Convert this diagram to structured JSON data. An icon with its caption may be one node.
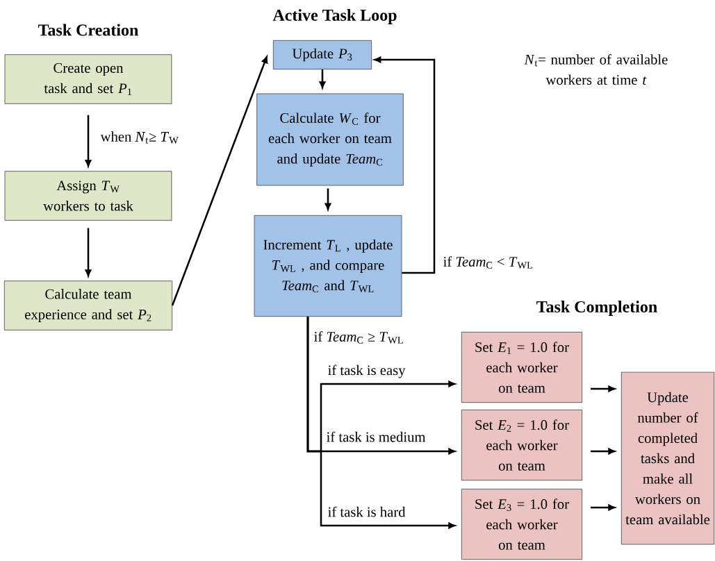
{
  "diagram": {
    "nodes": [
      {
        "text": [
          "Create open task and set *P*$_{1}$"
        ]
      },
      {
        "text": [
          "Assign *T*$_{W}$ workers to task"
        ]
      },
      {
        "text": [
          "Calculate team experience and set *P*$_{2}$"
        ]
      },
      {
        "text": [
          "Update *P*$_{3}$"
        ]
      },
      {
        "text": [
          "Calculate *W*$_{C}$ for each worker on team and update *Team*$_{C}$"
        ]
      },
      {
        "text": [
          "Increment *T*$_{L}$ , update *T*$_{WL}$ , and compare *Team*$_{C}$ and *T*$_{WL}$"
        ]
      },
      {
        "text": [
          "Set *E*$_{1}$ = 1.0 for each worker on team"
        ]
      },
      {
        "text": [
          "Set *E*$_{2}$ = 1.0 for each worker on team"
        ]
      },
      {
        "text": [
          "Set *E*$_{3}$ = 1.0 for each worker on team"
        ]
      },
      {
        "text": [
          "Update number of completed tasks and make all workers on team available"
        ]
      }
    ],
    "edges": [
      {
        "from": 0,
        "to": 1,
        "arrow": "to",
        "label": "when *N*$_{t}$≥ *T*$_{W}$"
      },
      {
        "from": 1,
        "to": 2,
        "arrow": "to"
      },
      {
        "from": 2,
        "to": 3,
        "arrow": "to"
      },
      {
        "from": 3,
        "to": 4,
        "arrow": "to"
      },
      {
        "from": 4,
        "to": 5,
        "arrow": "to"
      },
      {
        "from": 5,
        "to": 3,
        "arrow": "to",
        "label": "if *Team*$_{C}$ < *T*$_{WL}$"
      },
      {
        "from": 5,
        "to": 6,
        "arrow": "to",
        "label": "if task is easy"
      },
      {
        "from": 5,
        "to": 7,
        "arrow": "to",
        "label": "if task is medium"
      },
      {
        "from": 5,
        "to": 8,
        "arrow": "to",
        "label": "if task is hard"
      },
      {
        "from": 6,
        "to": 9,
        "arrow": "to"
      },
      {
        "from": 7,
        "to": 9,
        "arrow": "to"
      },
      {
        "from": 8,
        "to": 9,
        "arrow": "to"
      }
    ],
    "labels": [
      "Task Creation",
      "Active Task Loop",
      "Task Completion",
      "*N*$_{t}$= number of available workers at time *t*",
      "if *Team*$_{C}$ ≥ *T*$_{WL}$"
    ]
  }
}
